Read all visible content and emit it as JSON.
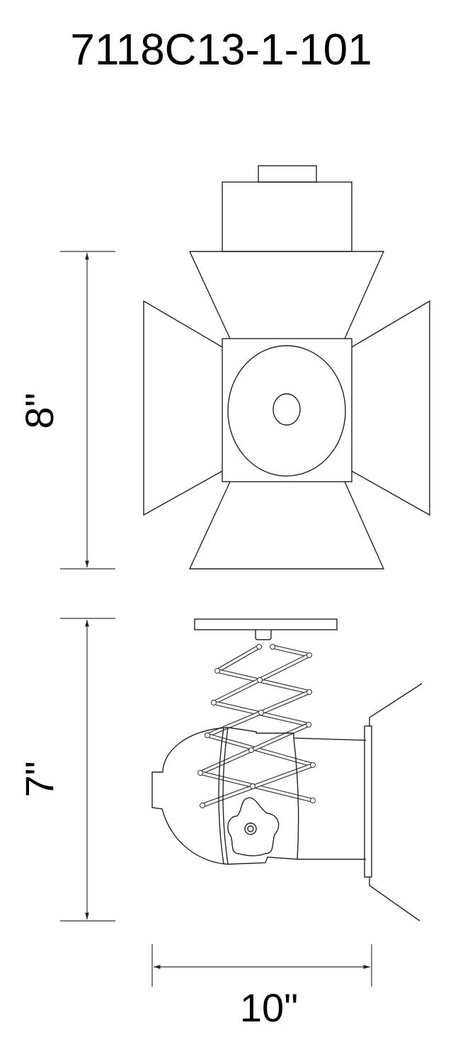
{
  "title": "7118C13-1-101",
  "dimensions": {
    "height_top_view": "8\"",
    "height_side_view": "7\"",
    "width": "10\""
  },
  "colors": {
    "line": "#222222",
    "background": "#ffffff"
  }
}
